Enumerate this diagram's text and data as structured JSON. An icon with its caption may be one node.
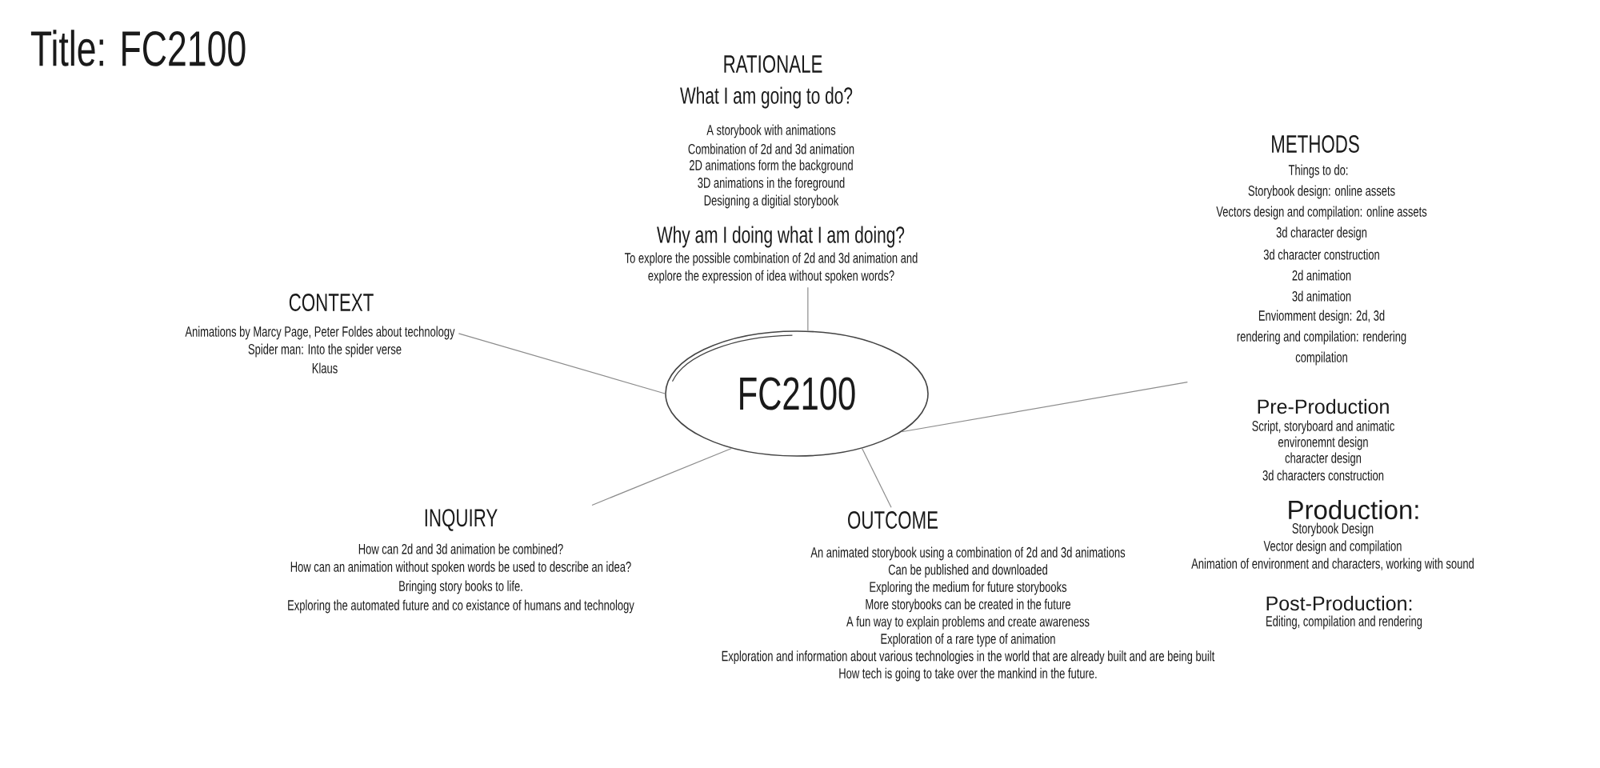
{
  "diagram": {
    "title": "Title: FC2100",
    "nodes": [
      {
        "text": [
          "RATIONALE",
          "What I am going to do?",
          "A storybook with animations",
          "Combination of 2d and 3d animation",
          "2D animations form the background",
          "3D animations in the foreground",
          "Designing a digitial storybook",
          "Why am I doing what I am doing?",
          "To explore the possible combination of 2d and 3d animation and explore the expression of idea without spoken words?"
        ]
      },
      {
        "text": [
          "METHODS",
          "Things to do:",
          "Storybook design: online assets",
          "Vectors design and compilation: online assets",
          "3d character design",
          "3d character construction",
          "2d animation",
          "3d animation",
          "Enviomment design: 2d, 3d",
          "rendering and compilation: rendering",
          "compilation",
          "Pre-Production",
          "Script, storyboard and animatic",
          "environemnt design",
          "character design",
          "3d characters construction",
          "Production:",
          "Storybook Design",
          "Vector design and compilation",
          "Animation of environment and characters, working with sound",
          "Post-Production:",
          "Editing, compilation and rendering"
        ]
      },
      {
        "text": [
          "CONTEXT",
          "Animations by Marcy Page, Peter Foldes about technology",
          "Spider man: Into the spider verse",
          "Klaus"
        ]
      },
      {
        "text": [
          "FC2100"
        ]
      },
      {
        "text": [
          "INQUIRY",
          "How can 2d and 3d animation be combined?",
          "How can an animation without spoken words be used to describe an idea?",
          "Bringing story books to life.",
          "Exploring the automated future and co existance of humans and technology"
        ]
      },
      {
        "text": [
          "OUTCOME",
          "An animated storybook using a combination of 2d and 3d animations",
          "Can be published and downloaded",
          "Exploring the medium for future storybooks",
          "More storybooks can be created in the future",
          "A fun way to explain problems and create awareness",
          "Exploration of a rare type of animation",
          "Exploration and information about various technologies in the world that are already built and are being built",
          "How tech is going to take over the mankind in the future."
        ]
      }
    ],
    "edges": [
      {
        "from": 3,
        "to": 0,
        "arrow": "none"
      },
      {
        "from": 3,
        "to": 1,
        "arrow": "none"
      },
      {
        "from": 3,
        "to": 2,
        "arrow": "none"
      },
      {
        "from": 3,
        "to": 4,
        "arrow": "none"
      },
      {
        "from": 3,
        "to": 5,
        "arrow": "none"
      }
    ]
  }
}
